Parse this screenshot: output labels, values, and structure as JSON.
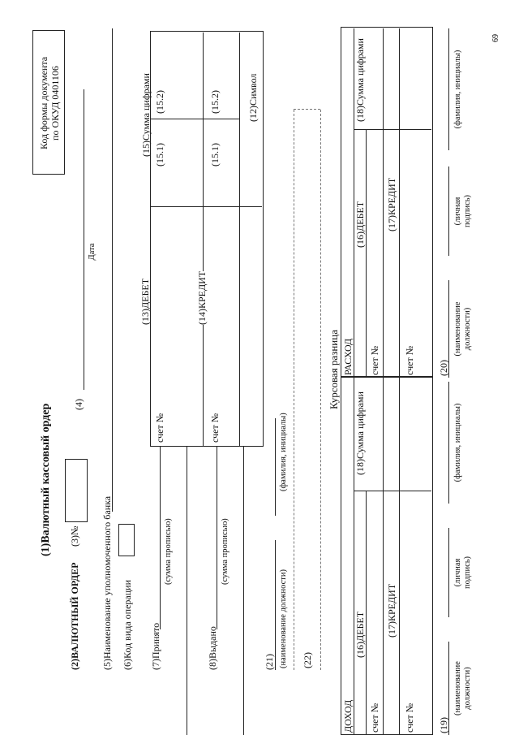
{
  "page_number": "69",
  "okud": {
    "line1": "Код формы документа",
    "line2": "по ОКУД 0401106"
  },
  "title": "(1)Валютный кассовый ордер",
  "order": {
    "label": "(2)ВАЛЮТНЫЙ ОРДЕР",
    "number_label": "(3)№",
    "date_num": "(4)",
    "date_caption": "Дата"
  },
  "fields": {
    "bank": "(5)Наименование уполномоченного банка",
    "op_code": "(6)Код вида операции",
    "received": "(7)Принято",
    "issued": "(8)Выдано",
    "sum_words": "(сумма прописью)",
    "symbol": "(12)Символ"
  },
  "ledger": {
    "debit": "(13)ДЕБЕТ",
    "credit": "(14)КРЕДИТ",
    "sum_digits": "(15)Сумма цифрами",
    "account": "счет №",
    "c151": "(15.1)",
    "c152": "(15.2)"
  },
  "signatures": {
    "n21": "(21)",
    "n22": "(22)",
    "n19": "(19)",
    "n20": "(20)",
    "position": "(наименование должности)",
    "position_l1": "(наименование",
    "position_l2": "должности)",
    "name": "(фамилия, инициалы)",
    "sig_l1": "(личная",
    "sig_l2": "подпись)"
  },
  "exchange": {
    "title": "Курсовая разница",
    "income": "ДОХОД",
    "expense": "РАСХОД",
    "debit": "(16)ДЕБЕТ",
    "credit": "(17)КРЕДИТ",
    "sum_digits": "(18)Сумма цифрами",
    "account": "счет №"
  }
}
